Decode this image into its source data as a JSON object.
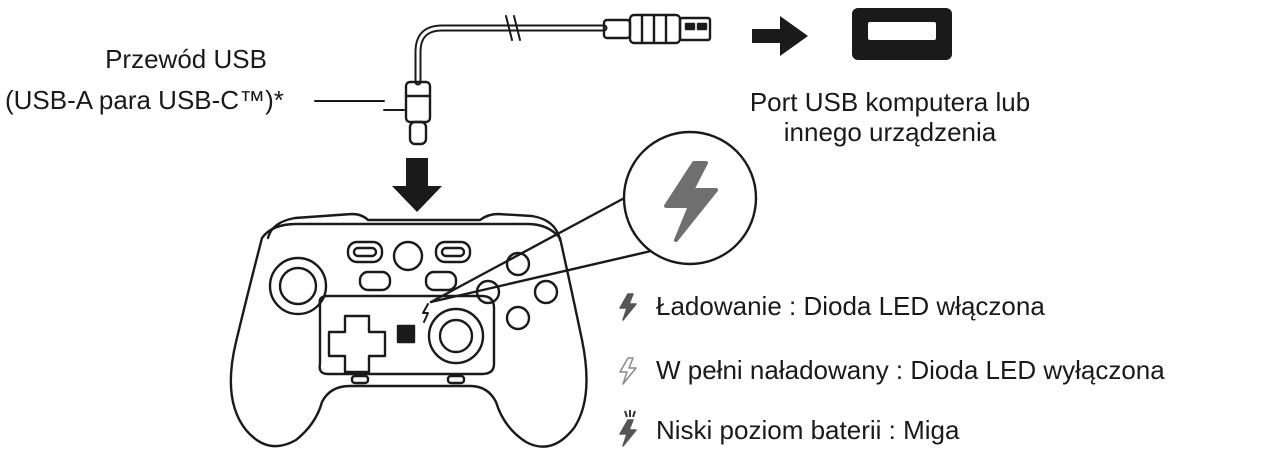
{
  "cable_label": {
    "line1": "Przewód USB",
    "line2": "(USB-A para USB-C™)*"
  },
  "port_label": {
    "line1": "Port USB komputera lub",
    "line2": "innego urządzenia"
  },
  "legend": [
    {
      "icon": "lightning-solid-icon",
      "text": "Ładowanie : Dioda LED włączona"
    },
    {
      "icon": "lightning-outline-icon",
      "text": "W pełni naładowany : Dioda LED wyłączona"
    },
    {
      "icon": "lightning-blink-icon",
      "text": "Niski poziom baterii : Miga"
    }
  ],
  "colors": {
    "line": "#1a1a1a",
    "led_grey": "#6f6f6f",
    "outline_grey": "#8a8a8a"
  }
}
